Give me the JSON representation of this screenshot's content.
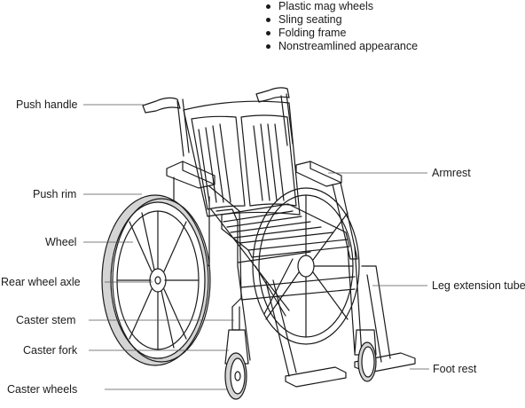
{
  "features": [
    "Plastic mag wheels",
    "Sling seating",
    "Folding frame",
    "Nonstreamlined appearance"
  ],
  "labels": {
    "push_handle": "Push handle",
    "push_rim": "Push rim",
    "wheel": "Wheel",
    "rear_wheel_axle": "Rear wheel axle",
    "caster_stem": "Caster stem",
    "caster_fork": "Caster fork",
    "caster_wheels": "Caster wheels",
    "armrest": "Armrest",
    "leg_extension_tube": "Leg extension tube",
    "foot_rest": "Foot rest"
  },
  "colors": {
    "line": "#1a1a1a",
    "shade": "#d4d4d4",
    "leader": "#555555"
  }
}
